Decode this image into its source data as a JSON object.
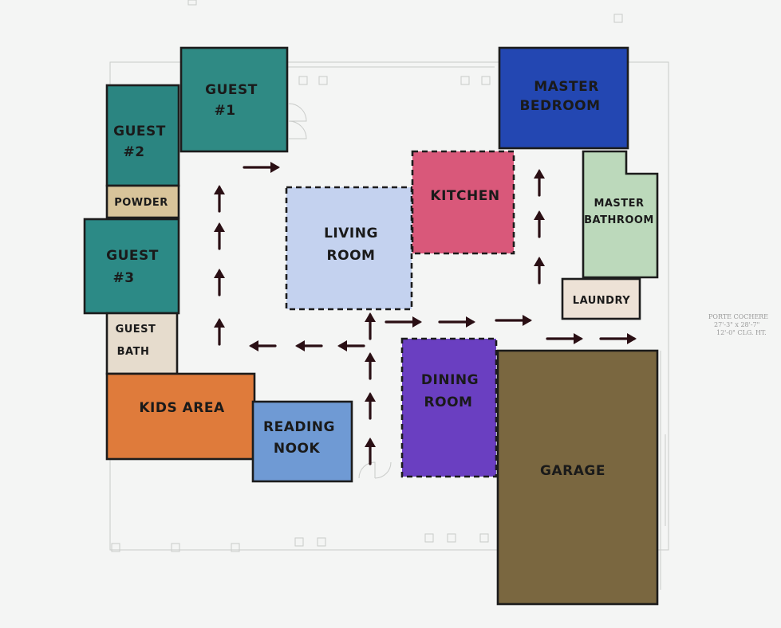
{
  "rooms": {
    "guest1": {
      "label1": "GUEST",
      "label2": "#1",
      "color": "#2f8a84"
    },
    "guest2": {
      "label1": "GUEST",
      "label2": "#2",
      "color": "#2b8581"
    },
    "powder": {
      "label1": "POWDER",
      "color": "#d8c49a"
    },
    "guest3": {
      "label1": "GUEST",
      "label2": "#3",
      "color": "#2c8a86"
    },
    "guest_bath": {
      "label1": "GUEST",
      "label2": "BATH",
      "color": "#e6dccd"
    },
    "kids_area": {
      "label1": "KIDS AREA",
      "color": "#df7b3b"
    },
    "reading_nook": {
      "label1": "READING",
      "label2": "NOOK",
      "color": "#6f9ad4"
    },
    "living_room": {
      "label1": "LIVING",
      "label2": "ROOM",
      "color": "#c4d2ef"
    },
    "kitchen": {
      "label1": "KITCHEN",
      "color": "#d9587a"
    },
    "dining_room": {
      "label1": "DINING",
      "label2": "ROOM",
      "color": "#6a3fc1"
    },
    "master_bedroom": {
      "label1": "MASTER",
      "label2": "BEDROOM",
      "color": "#2347b2"
    },
    "master_bathroom": {
      "label1": "MASTER",
      "label2": "BATHROOM",
      "color": "#bcd9bb"
    },
    "laundry": {
      "label1": "LAUNDRY",
      "color": "#ede2d6"
    },
    "garage": {
      "label1": "GARAGE",
      "color": "#7a6740"
    }
  },
  "annotation": {
    "line1": "PORTE COCHERE",
    "line2": "27'-3\" x 28'-7\"",
    "line3": "12'-0\" CLG. HT."
  }
}
